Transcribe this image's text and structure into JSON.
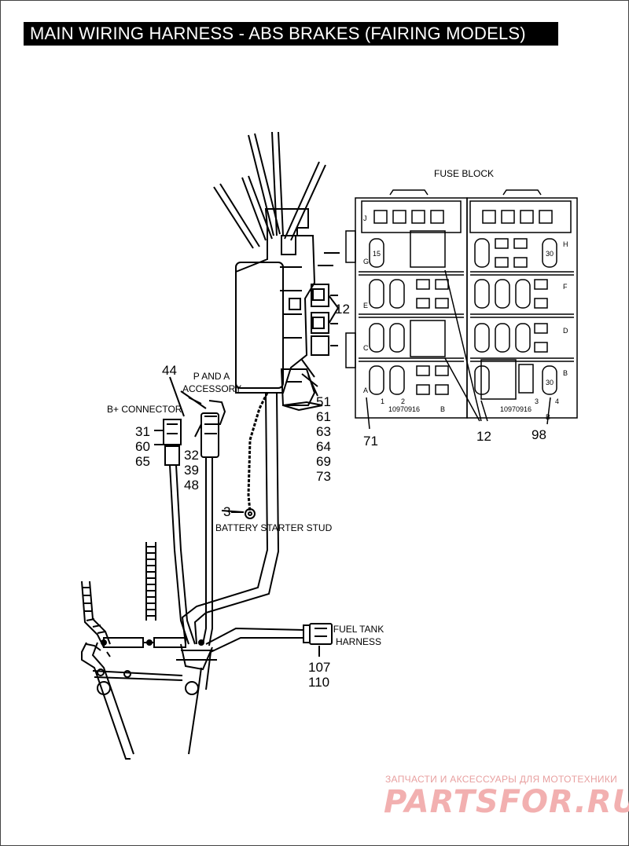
{
  "title": "MAIN WIRING HARNESS - ABS BRAKES (FAIRING MODELS)",
  "labels": {
    "fuse_block": "FUSE BLOCK",
    "p_and_a": "P AND A",
    "accessory": "ACCESSORY",
    "b_plus_connector": "B+ CONNECTOR",
    "battery_starter_stud": "BATTERY STARTER STUD",
    "fuel_tank": "FUEL TANK",
    "harness": "HARNESS"
  },
  "callouts": {
    "c44": "44",
    "c12_top": "12",
    "c12_bottom": "12",
    "c3": "3",
    "c71": "71",
    "c98": "98",
    "group_b_plus": [
      "31",
      "60",
      "65"
    ],
    "group_p_and_a": [
      "32",
      "39",
      "48"
    ],
    "group_right": [
      "51",
      "61",
      "63",
      "64",
      "69",
      "73"
    ],
    "group_fuel": [
      "107",
      "110"
    ]
  },
  "fuse_block": {
    "part_number": "10970916",
    "row_letters_left": [
      "J",
      "G",
      "E",
      "C",
      "A"
    ],
    "row_letters_right": [
      "H",
      "F",
      "D",
      "B"
    ],
    "terminals": [
      "1",
      "2",
      "3",
      "4",
      "B"
    ],
    "fuse_15": "15",
    "fuse_30": "30"
  },
  "watermark": {
    "top_text": "ЗАПЧАСТИ И АКСЕССУАРЫ ДЛЯ МОТОТЕХНИКИ",
    "logo_text": "PARTSFOR.RU"
  }
}
